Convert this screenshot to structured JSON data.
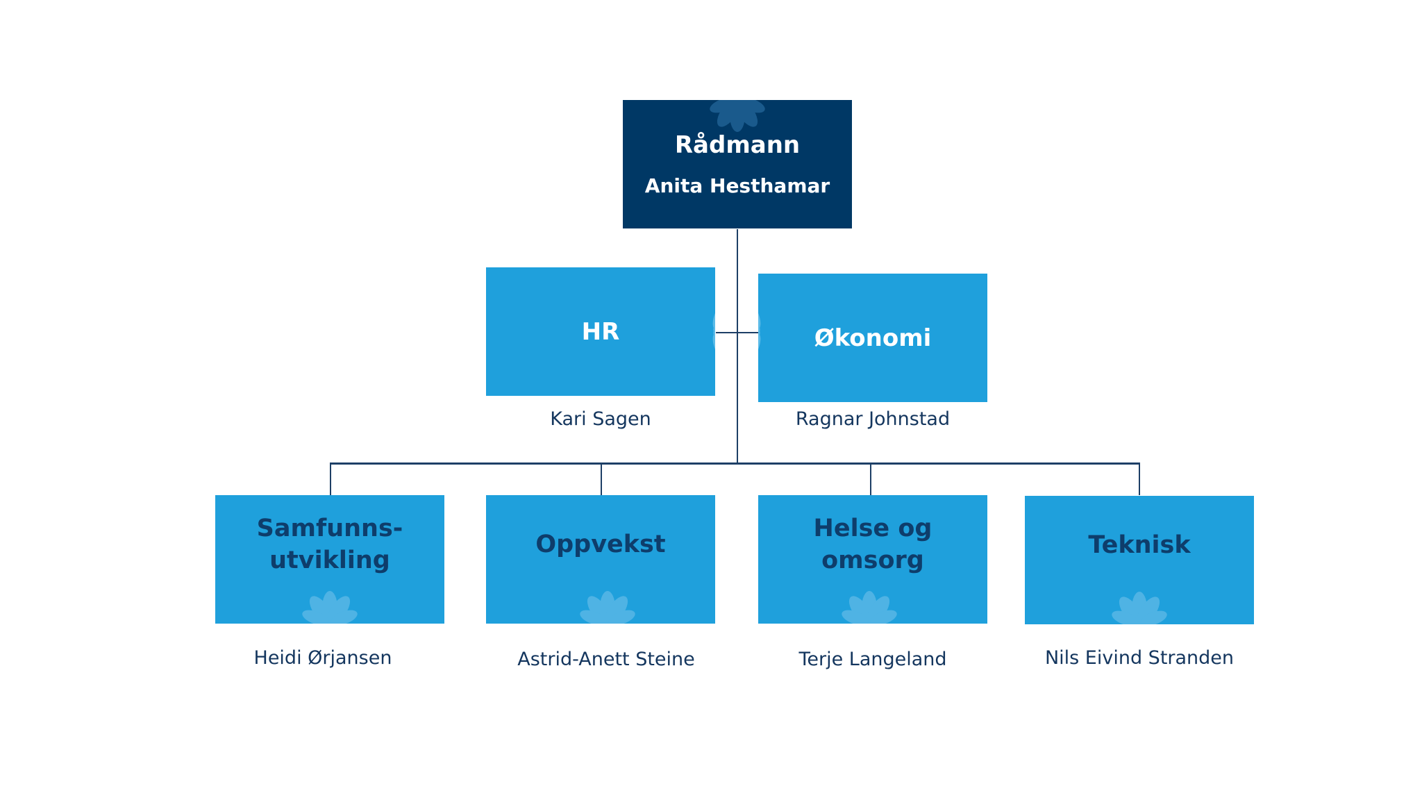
{
  "top": {
    "title": "Rådmann",
    "name": "Anita Hesthamar"
  },
  "staff": [
    {
      "title": "HR",
      "person": "Kari Sagen"
    },
    {
      "title": "Økonomi",
      "person": "Ragnar Johnstad"
    }
  ],
  "sectors": [
    {
      "title": "Samfunns-\nutvikling",
      "person": "Heidi Ørjansen"
    },
    {
      "title": "Oppvekst",
      "person": "Astrid-Anett Steine"
    },
    {
      "title": "Helse og\nomsorg",
      "person": "Terje Langeland"
    },
    {
      "title": "Teknisk",
      "person": "Nils Eivind Stranden"
    }
  ],
  "colors": {
    "top_box": "#003865",
    "unit_box": "#1fa0dc",
    "sector_text": "#0e3d6b",
    "connector": "#1d3f66"
  },
  "icons": {
    "box_decoration": "flower-icon"
  }
}
